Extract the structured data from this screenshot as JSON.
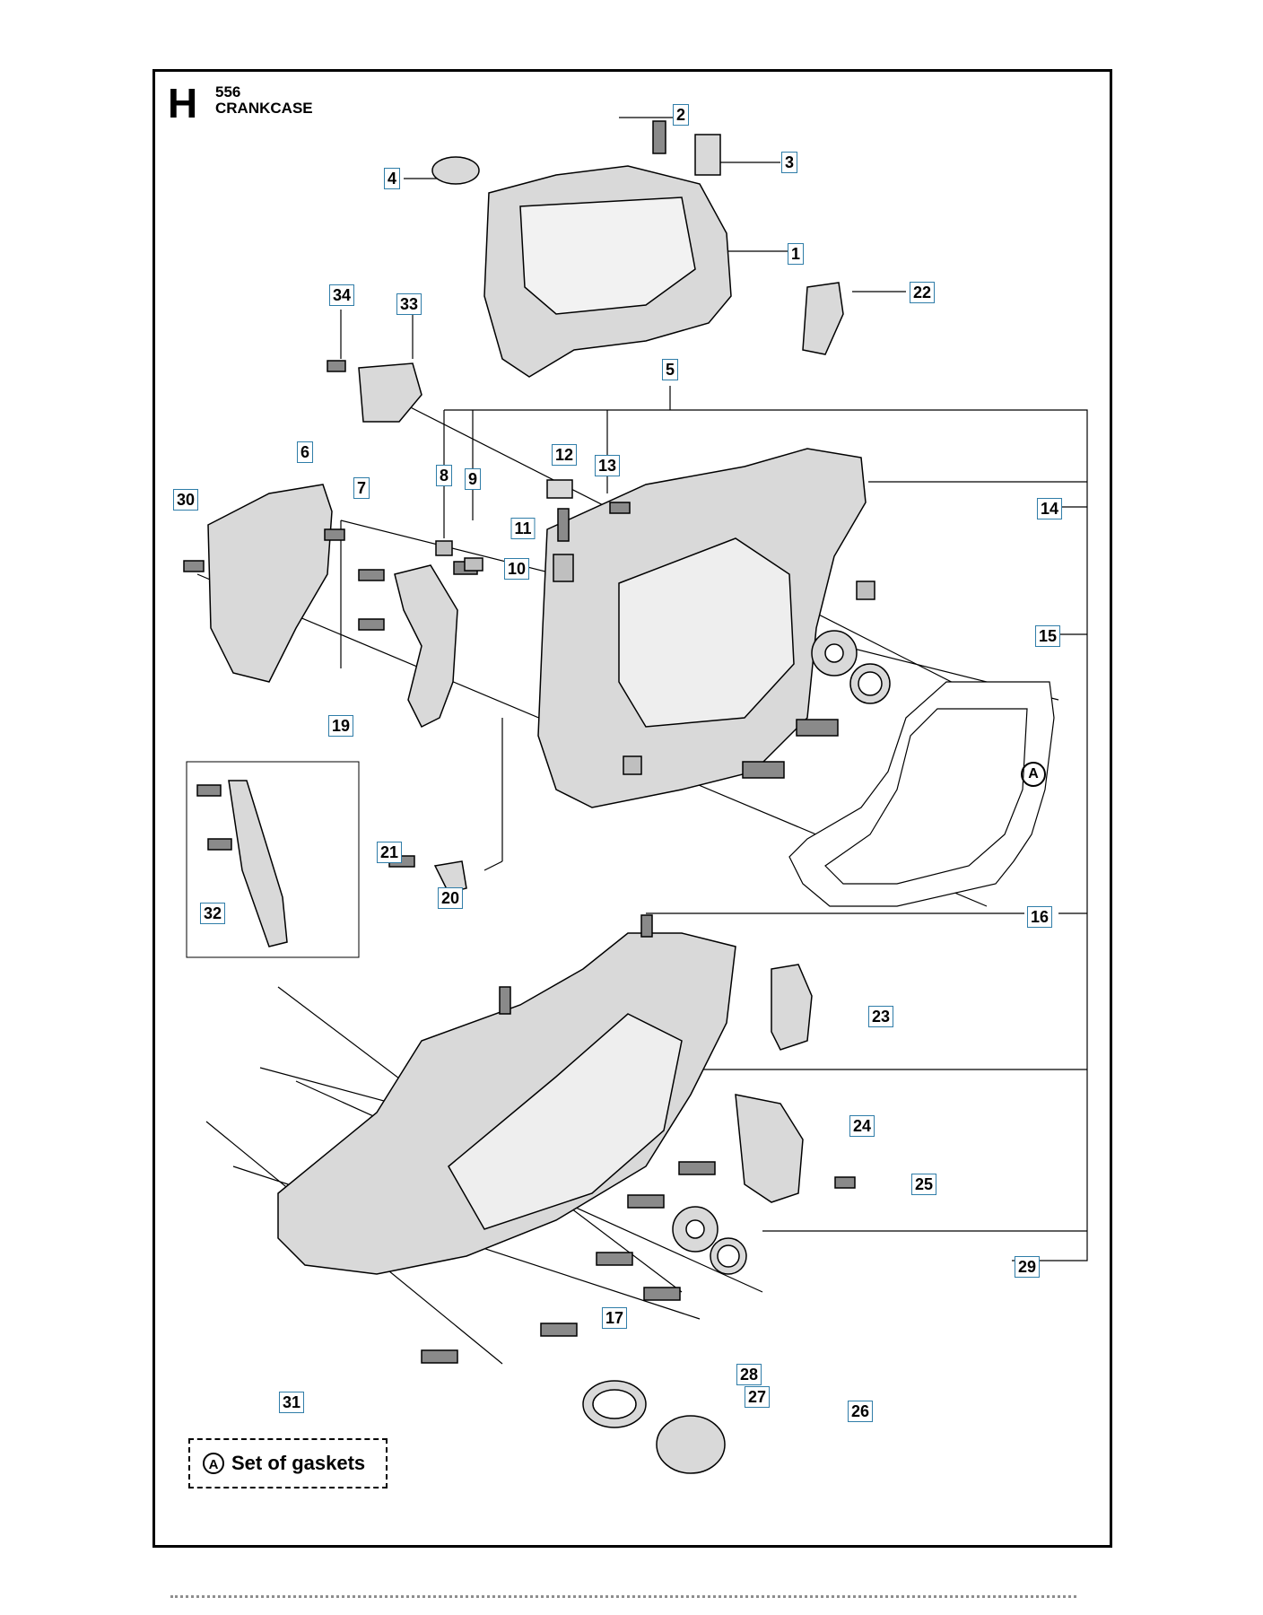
{
  "header": {
    "section_letter": "H",
    "model": "556",
    "title": "CRANKCASE"
  },
  "callouts": {
    "c1": "1",
    "c2": "2",
    "c3": "3",
    "c4": "4",
    "c5": "5",
    "c6": "6",
    "c7": "7",
    "c8": "8",
    "c9": "9",
    "c10": "10",
    "c11": "11",
    "c12": "12",
    "c13": "13",
    "c14": "14",
    "c15": "15",
    "c16": "16",
    "c17": "17",
    "c19": "19",
    "c20": "20",
    "c21": "21",
    "c22": "22",
    "c23": "23",
    "c24": "24",
    "c25": "25",
    "c26": "26",
    "c27": "27",
    "c28": "28",
    "c29": "29",
    "c30": "30",
    "c31": "31",
    "c32": "32",
    "c33": "33",
    "c34": "34"
  },
  "gasket_ref": "A",
  "legend": {
    "symbol": "A",
    "text": "Set of gaskets"
  },
  "colors": {
    "line": "#000000",
    "callout_border": "#2f7da8",
    "part_fill": "#d9d9d9",
    "part_shadow": "#8a8a8a"
  }
}
